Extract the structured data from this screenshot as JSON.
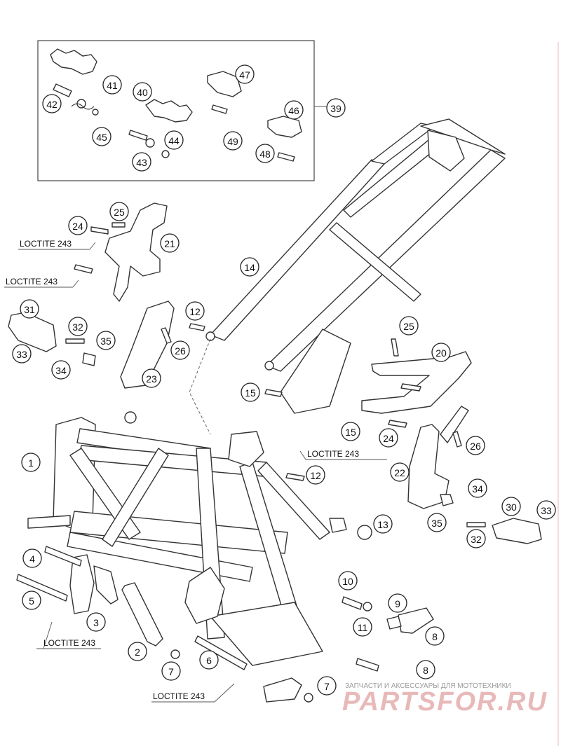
{
  "callouts": [
    {
      "label": "41"
    },
    {
      "label": "40"
    },
    {
      "label": "42"
    },
    {
      "label": "45"
    },
    {
      "label": "44"
    },
    {
      "label": "43"
    },
    {
      "label": "47"
    },
    {
      "label": "46"
    },
    {
      "label": "49"
    },
    {
      "label": "48"
    },
    {
      "label": "39"
    },
    {
      "label": "25"
    },
    {
      "label": "24"
    },
    {
      "label": "21"
    },
    {
      "label": "31"
    },
    {
      "label": "32"
    },
    {
      "label": "35"
    },
    {
      "label": "33"
    },
    {
      "label": "34"
    },
    {
      "label": "12"
    },
    {
      "label": "26"
    },
    {
      "label": "23"
    },
    {
      "label": "14"
    },
    {
      "label": "25"
    },
    {
      "label": "20"
    },
    {
      "label": "15"
    },
    {
      "label": "15"
    },
    {
      "label": "24"
    },
    {
      "label": "26"
    },
    {
      "label": "22"
    },
    {
      "label": "12"
    },
    {
      "label": "34"
    },
    {
      "label": "30"
    },
    {
      "label": "33"
    },
    {
      "label": "35"
    },
    {
      "label": "32"
    },
    {
      "label": "1"
    },
    {
      "label": "13"
    },
    {
      "label": "4"
    },
    {
      "label": "5"
    },
    {
      "label": "3"
    },
    {
      "label": "2"
    },
    {
      "label": "7"
    },
    {
      "label": "6"
    },
    {
      "label": "10"
    },
    {
      "label": "9"
    },
    {
      "label": "11"
    },
    {
      "label": "8"
    },
    {
      "label": "8"
    },
    {
      "label": "7"
    }
  ],
  "loctite_labels": [
    {
      "text": "LOCTITE 243"
    },
    {
      "text": "LOCTITE 243"
    },
    {
      "text": "LOCTITE 243"
    },
    {
      "text": "LOCTITE 243"
    },
    {
      "text": "LOCTITE 243"
    }
  ],
  "watermark": {
    "subtitle": "ЗАПЧАСТИ И АКСЕССУАРЫ ДЛЯ МОТОТЕХНИКИ",
    "brand": "PARTSFOR.RU"
  }
}
